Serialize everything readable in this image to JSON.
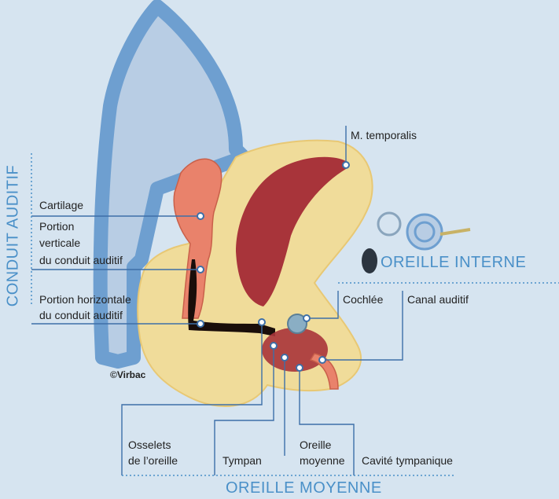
{
  "labels": {
    "m_temporalis": "M. temporalis",
    "cartilage": "Cartilage",
    "portion_verticale_1": "Portion",
    "portion_verticale_2": "verticale",
    "portion_verticale_3": "du conduit auditif",
    "portion_horizontale_1": "Portion horizontale",
    "portion_horizontale_2": "du conduit auditif",
    "cochlee": "Cochlée",
    "canal_auditif": "Canal auditif",
    "osselets_1": "Osselets",
    "osselets_2": "de l’oreille",
    "tympan": "Tympan",
    "oreille_moyenne_1": "Oreille",
    "oreille_moyenne_2": "moyenne",
    "cavite_tympanique": "Cavité tympanique"
  },
  "sections": {
    "conduit_auditif": "CONDUIT AUDITIF",
    "oreille_interne": "OREILLE INTERNE",
    "oreille_moyenne": "OREILLE MOYENNE"
  },
  "copyright": "©Virbac",
  "colors": {
    "background": "#d6e4f0",
    "ear_flap": "#b8cde4",
    "ear_outline": "#6e9fd0",
    "bone": "#f0dc9a",
    "muscle": "#a8343a",
    "cartilage": "#e9826b",
    "canal": "#1a0e0a",
    "leader_line": "#3d6fa8",
    "section_text": "#4a90c8"
  }
}
